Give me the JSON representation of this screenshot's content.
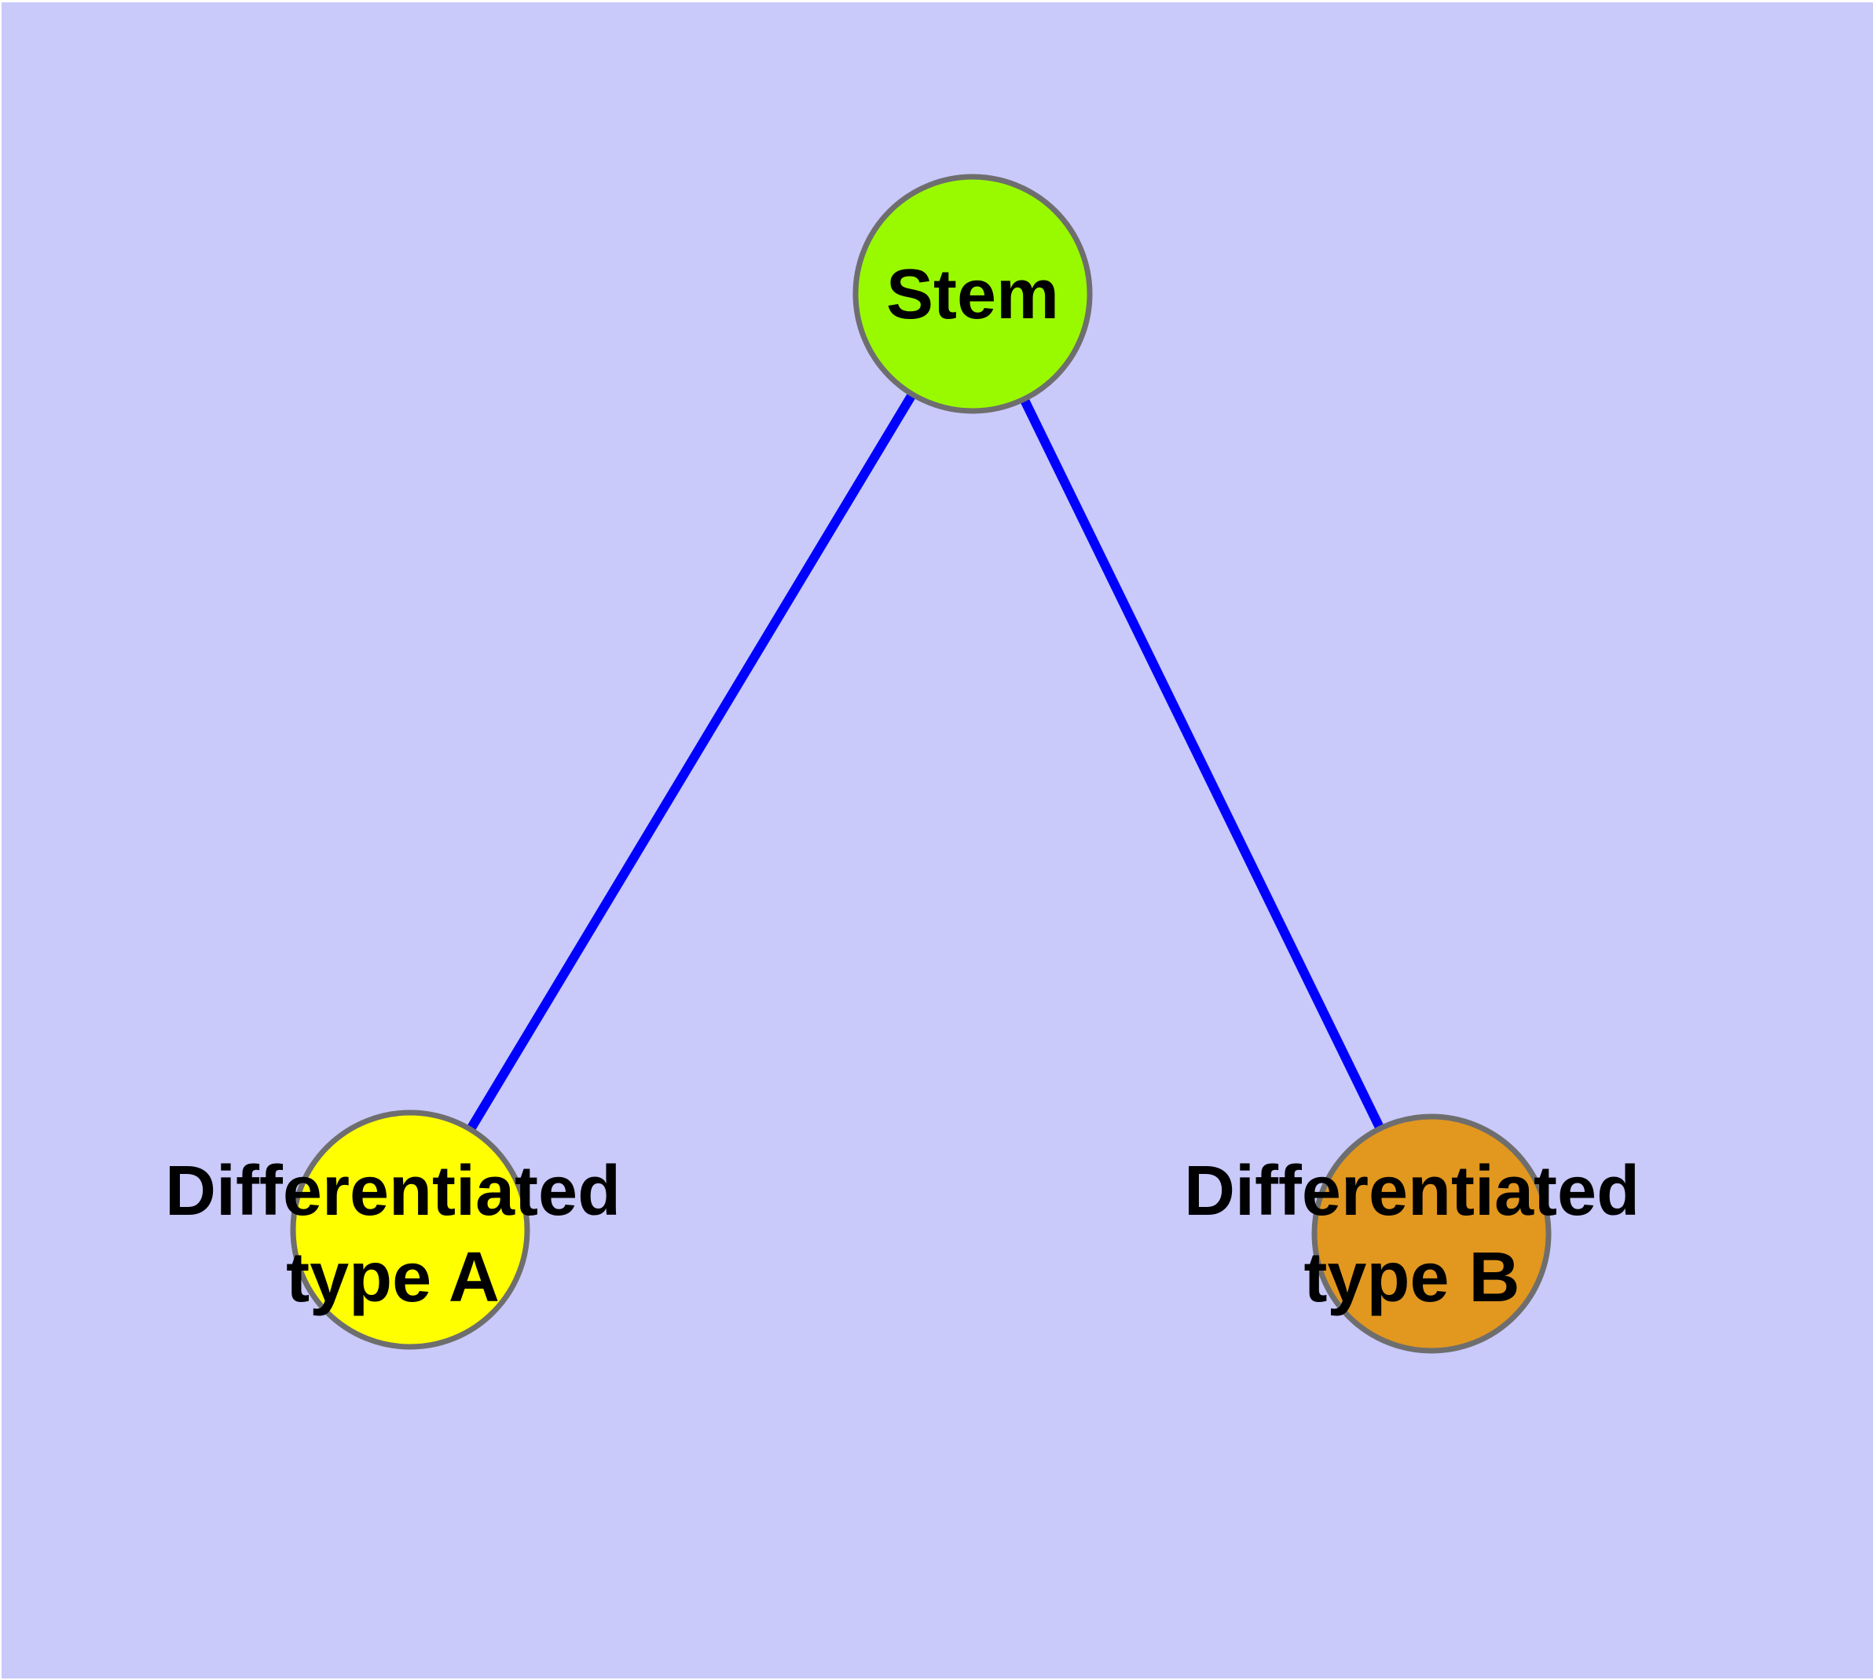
{
  "diagram": {
    "type": "node-link-graph",
    "background_color": "#C9C9FA",
    "label_text_color": "#000000",
    "nodes": [
      {
        "id": "stem",
        "shape": "circle",
        "fill": "#99FA00",
        "border_color": "#6E6E6E",
        "label_lines": [
          "Stem"
        ]
      },
      {
        "id": "differentiated-type-a",
        "shape": "circle",
        "fill": "#FFFF00",
        "border_color": "#6E6E6E",
        "label_lines": [
          "Differentiated",
          "type A"
        ]
      },
      {
        "id": "differentiated-type-b",
        "shape": "circle",
        "fill": "#E2971F",
        "border_color": "#6E6E6E",
        "label_lines": [
          "Differentiated",
          "type B"
        ]
      }
    ],
    "edges": [
      {
        "from": "stem",
        "to": "differentiated-type-a",
        "color": "#0000FF"
      },
      {
        "from": "stem",
        "to": "differentiated-type-b",
        "color": "#0000FF"
      }
    ]
  }
}
